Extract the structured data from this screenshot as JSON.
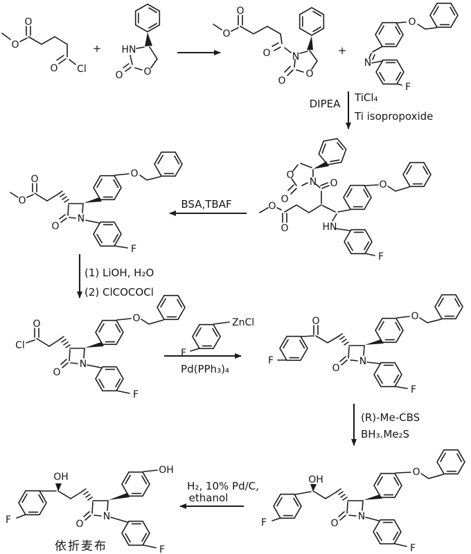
{
  "atoms": {
    "o": "O",
    "n": "N",
    "hn": "HN",
    "f": "F",
    "cl": "Cl",
    "oh": "OH",
    "zncl": "ZnCl"
  },
  "operators": {
    "plus": "+"
  },
  "reagents": {
    "dipea": "DIPEA",
    "ticl4": "TiCl₄",
    "ti_isopropoxide": "Ti isopropoxide",
    "bsa_tbaf": "BSA,TBAF",
    "step_lioh": "(1) LiOH, H₂O",
    "step_oxalyl": "(2) ClCOCOCl",
    "pd_catalyst": "Pd(PPh₃)₄",
    "cbs": "(R)-Me-CBS",
    "borane": "BH₃.Me₂S",
    "hydrogenation": "H₂, 10% Pd/C,",
    "ethanol": "ethanol"
  },
  "product": {
    "name_cn": "依折麦布"
  }
}
